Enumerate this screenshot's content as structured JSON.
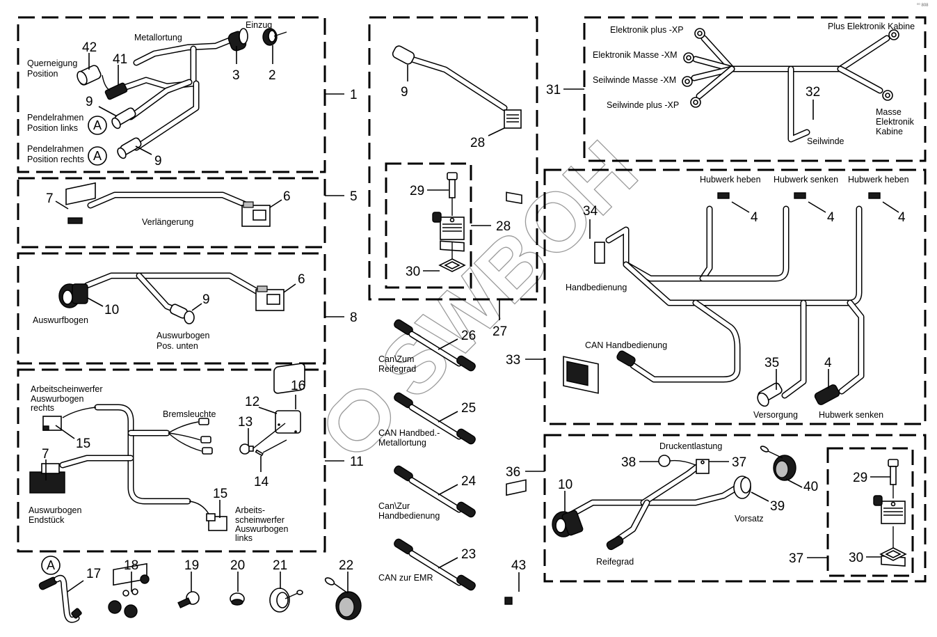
{
  "page": {
    "corner_mark": "⁰⁰ 808",
    "watermark": "SWBOH"
  },
  "groups": {
    "g1": {
      "ref": "1",
      "labels": {
        "metallortung": "Metallortung",
        "einzug": "Einzug",
        "querneigung_1": "Querneigung",
        "querneigung_2": "Position",
        "pendel_links_1": "Pendelrahmen",
        "pendel_links_2": "Position links",
        "pendel_rechts_1": "Pendelrahmen",
        "pendel_rechts_2": "Position rechts"
      },
      "parts": {
        "p42": "42",
        "p41": "41",
        "p3": "3",
        "p2": "2",
        "p9a": "9",
        "p9b": "9"
      },
      "marker": "A"
    },
    "g5": {
      "ref": "5",
      "labels": {
        "verlaengerung": "Verlängerung"
      },
      "parts": {
        "p7": "7",
        "p6": "6"
      }
    },
    "g8": {
      "ref": "8",
      "labels": {
        "auswurfbogen": "Auswurfbogen",
        "pos_unten_1": "Auswurbogen",
        "pos_unten_2": "Pos. unten"
      },
      "parts": {
        "p10": "10",
        "p9": "9",
        "p6": "6"
      }
    },
    "g11": {
      "ref": "11",
      "labels": {
        "aw_rechts_1": "Arbeitscheinwerfer",
        "aw_rechts_2": "Auswurbogen",
        "aw_rechts_3": "rechts",
        "bremsleuchte": "Bremsleuchte",
        "endstueck_1": "Auswurbogen",
        "endstueck_2": "Endstück",
        "aw_links_1": "Arbeits-",
        "aw_links_2": "scheinwerfer",
        "aw_links_3": "Auswurbogen",
        "aw_links_4": "links"
      },
      "parts": {
        "p15a": "15",
        "p15b": "15",
        "p7": "7",
        "p12": "12",
        "p13": "13",
        "p14": "14",
        "p16": "16"
      }
    },
    "g27": {
      "ref": "27",
      "parts": {
        "p9": "9",
        "p28a": "28",
        "p29": "29",
        "p28b": "28",
        "p30": "30"
      }
    },
    "g31": {
      "ref": "31",
      "labels": {
        "el_plus": "Elektronik plus -XP",
        "el_masse": "Elektronik Masse -XM",
        "sw_masse": "Seilwinde Masse -XM",
        "sw_plus": "Seilwinde plus -XP",
        "plus_kabine": "Plus Elektronik Kabine",
        "masse_kabine_1": "Masse",
        "masse_kabine_2": "Elektronik",
        "masse_kabine_3": "Kabine",
        "seilwinde": "Seilwinde"
      },
      "parts": {
        "p32": "32"
      }
    },
    "g33": {
      "ref": "33",
      "labels": {
        "heben_1": "Hubwerk heben",
        "senken_1": "Hubwerk senken",
        "heben_2": "Hubwerk heben",
        "handbedienung": "Handbedienung",
        "can_hand": "CAN Handbedienung",
        "versorgung": "Versorgung",
        "senken_2": "Hubwerk senken"
      },
      "parts": {
        "p34": "34",
        "p4a": "4",
        "p4b": "4",
        "p4c": "4",
        "p35": "35",
        "p4d": "4"
      }
    },
    "g36": {
      "ref": "36",
      "labels": {
        "druck": "Druckentlastung",
        "vorsatz": "Vorsatz",
        "reifegrad": "Reifegrad"
      },
      "parts": {
        "p38": "38",
        "p37a": "37",
        "p40": "40",
        "p10": "10",
        "p39": "39",
        "p29": "29",
        "p30": "30",
        "p37b": "37"
      }
    }
  },
  "cables": [
    {
      "ref": "26",
      "label_1": "Can\\Zum",
      "label_2": "Reifegrad"
    },
    {
      "ref": "25",
      "label_1": "CAN Handbed.-",
      "label_2": "Metallortung"
    },
    {
      "ref": "24",
      "label_1": "Can\\Zur",
      "label_2": "Handbedienung"
    },
    {
      "ref": "23",
      "label_1": "CAN zur EMR",
      "label_2": ""
    }
  ],
  "loose_parts": {
    "marker": "A",
    "p17": "17",
    "p18": "18",
    "p19": "19",
    "p20": "20",
    "p21": "21",
    "p22": "22",
    "p43": "43"
  }
}
